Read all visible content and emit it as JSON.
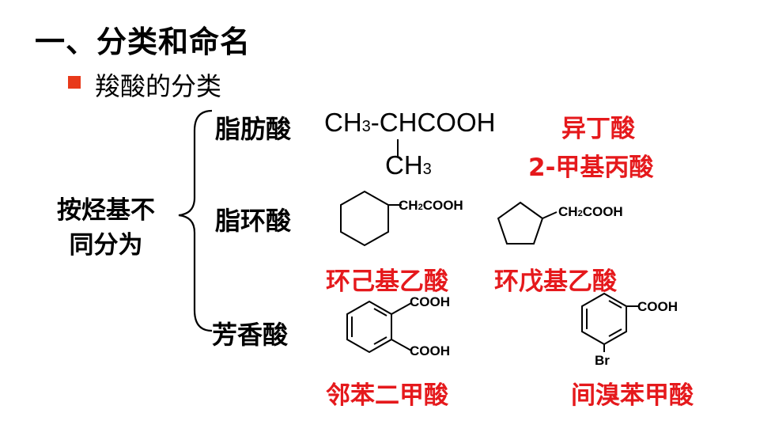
{
  "title": "一、分类和命名",
  "bullet": {
    "text": "羧酸的分类"
  },
  "group_label": [
    "按烃基不",
    "同分为"
  ],
  "colors": {
    "accent_red": "#e5191c",
    "bullet_square": "#e8391a"
  },
  "categories": {
    "aliphatic": {
      "label": "脂肪酸",
      "formula_main": "CH",
      "formula_sub": "3",
      "formula_rest": "-CHCOOH",
      "branch_main": "CH",
      "branch_sub": "3",
      "name_common": "异丁酸",
      "name_system": "2-甲基丙酸"
    },
    "alicyclic": {
      "label": "脂环酸",
      "sub1": "CH",
      "sub1_sub": "2",
      "sub1_rest": "COOH",
      "sub2": "CH",
      "sub2_sub": "2",
      "sub2_rest": "COOH",
      "name1": "环己基乙酸",
      "name2": "环戊基乙酸"
    },
    "aromatic": {
      "label": "芳香酸",
      "grp_a": "COOH",
      "grp_b": "COOH",
      "grp_c": "COOH",
      "grp_br": "Br",
      "name1": "邻苯二甲酸",
      "name2": "间溴苯甲酸"
    }
  }
}
